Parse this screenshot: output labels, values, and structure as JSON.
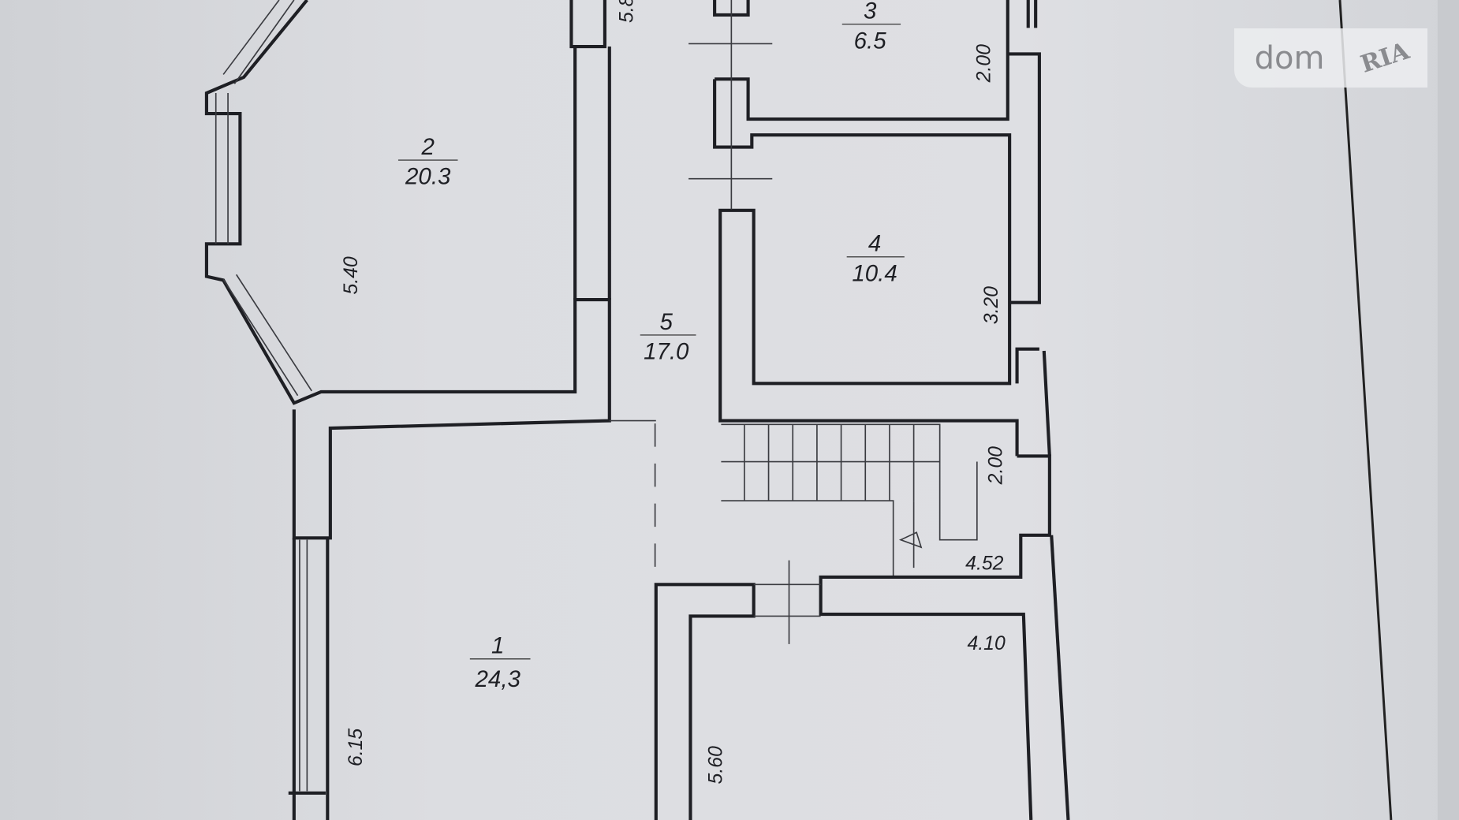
{
  "rooms": [
    {
      "number": "1",
      "area": "24,3"
    },
    {
      "number": "2",
      "area": "20.3"
    },
    {
      "number": "3",
      "area": "6.5"
    },
    {
      "number": "4",
      "area": "10.4"
    },
    {
      "number": "5",
      "area": "17.0"
    }
  ],
  "dimensions": {
    "d1": "5.8",
    "d2": "2.00",
    "d3": "5.40",
    "d4": "3.20",
    "d5": "2.00",
    "d6": "4.52",
    "d7": "4.10",
    "d8": "6.15",
    "d9": "5.60"
  },
  "watermark": {
    "left": "dom",
    "right": "RIA"
  }
}
